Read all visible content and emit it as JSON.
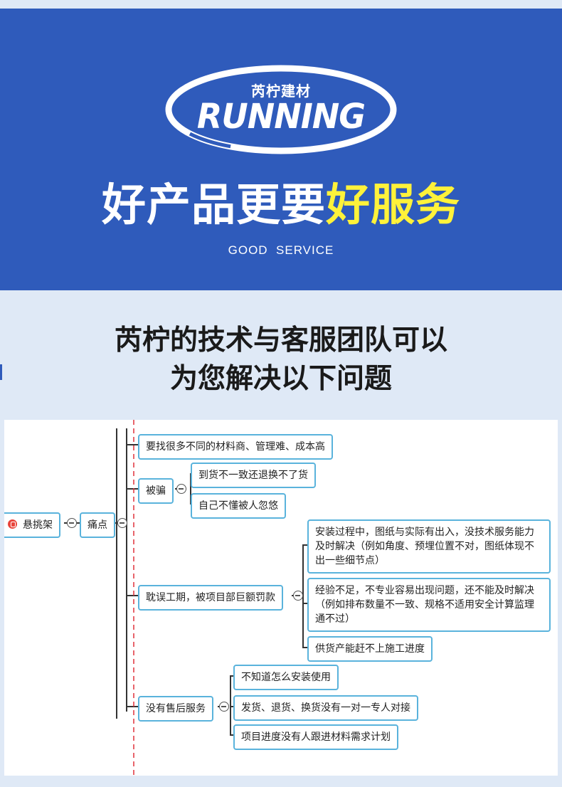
{
  "banner": {
    "logo_cn": "芮柠建材",
    "logo_en": "RUNNING",
    "headline_white": "好产品更要",
    "headline_yellow": "好服务",
    "subhead": "GOOD  SERVICE"
  },
  "section": {
    "title_line1": "芮柠的技术与客服团队可以",
    "title_line2": "为您解决以下问题"
  },
  "mindmap": {
    "root": "悬挑架",
    "level1": "痛点",
    "branches": [
      {
        "label": "要找很多不同的材料商、管理难、成本高"
      },
      {
        "label": "被骗",
        "children": [
          "到货不一致还退换不了货",
          "自己不懂被人忽悠"
        ]
      },
      {
        "label": "耽误工期，被项目部巨额罚款",
        "children": [
          "安装过程中，图纸与实际有出入，没技术服务能力及时解决（例如角度、预埋位置不对，图纸体现不出一些细节点）",
          "经验不足，不专业容易出现问题，还不能及时解决（例如排布数量不一致、规格不适用安全计算监理通不过）",
          "供货产能赶不上施工进度"
        ]
      },
      {
        "label": "没有售后服务",
        "children": [
          "不知道怎么安装使用",
          "发货、退货、换货没有一对一专人对接",
          "项目进度没有人跟进材料需求计划"
        ]
      }
    ]
  },
  "colors": {
    "banner_blue": "#2f5bbb",
    "highlight_yellow": "#fff23a",
    "node_border": "#5ab3dc",
    "guide_red": "#e0303a"
  }
}
